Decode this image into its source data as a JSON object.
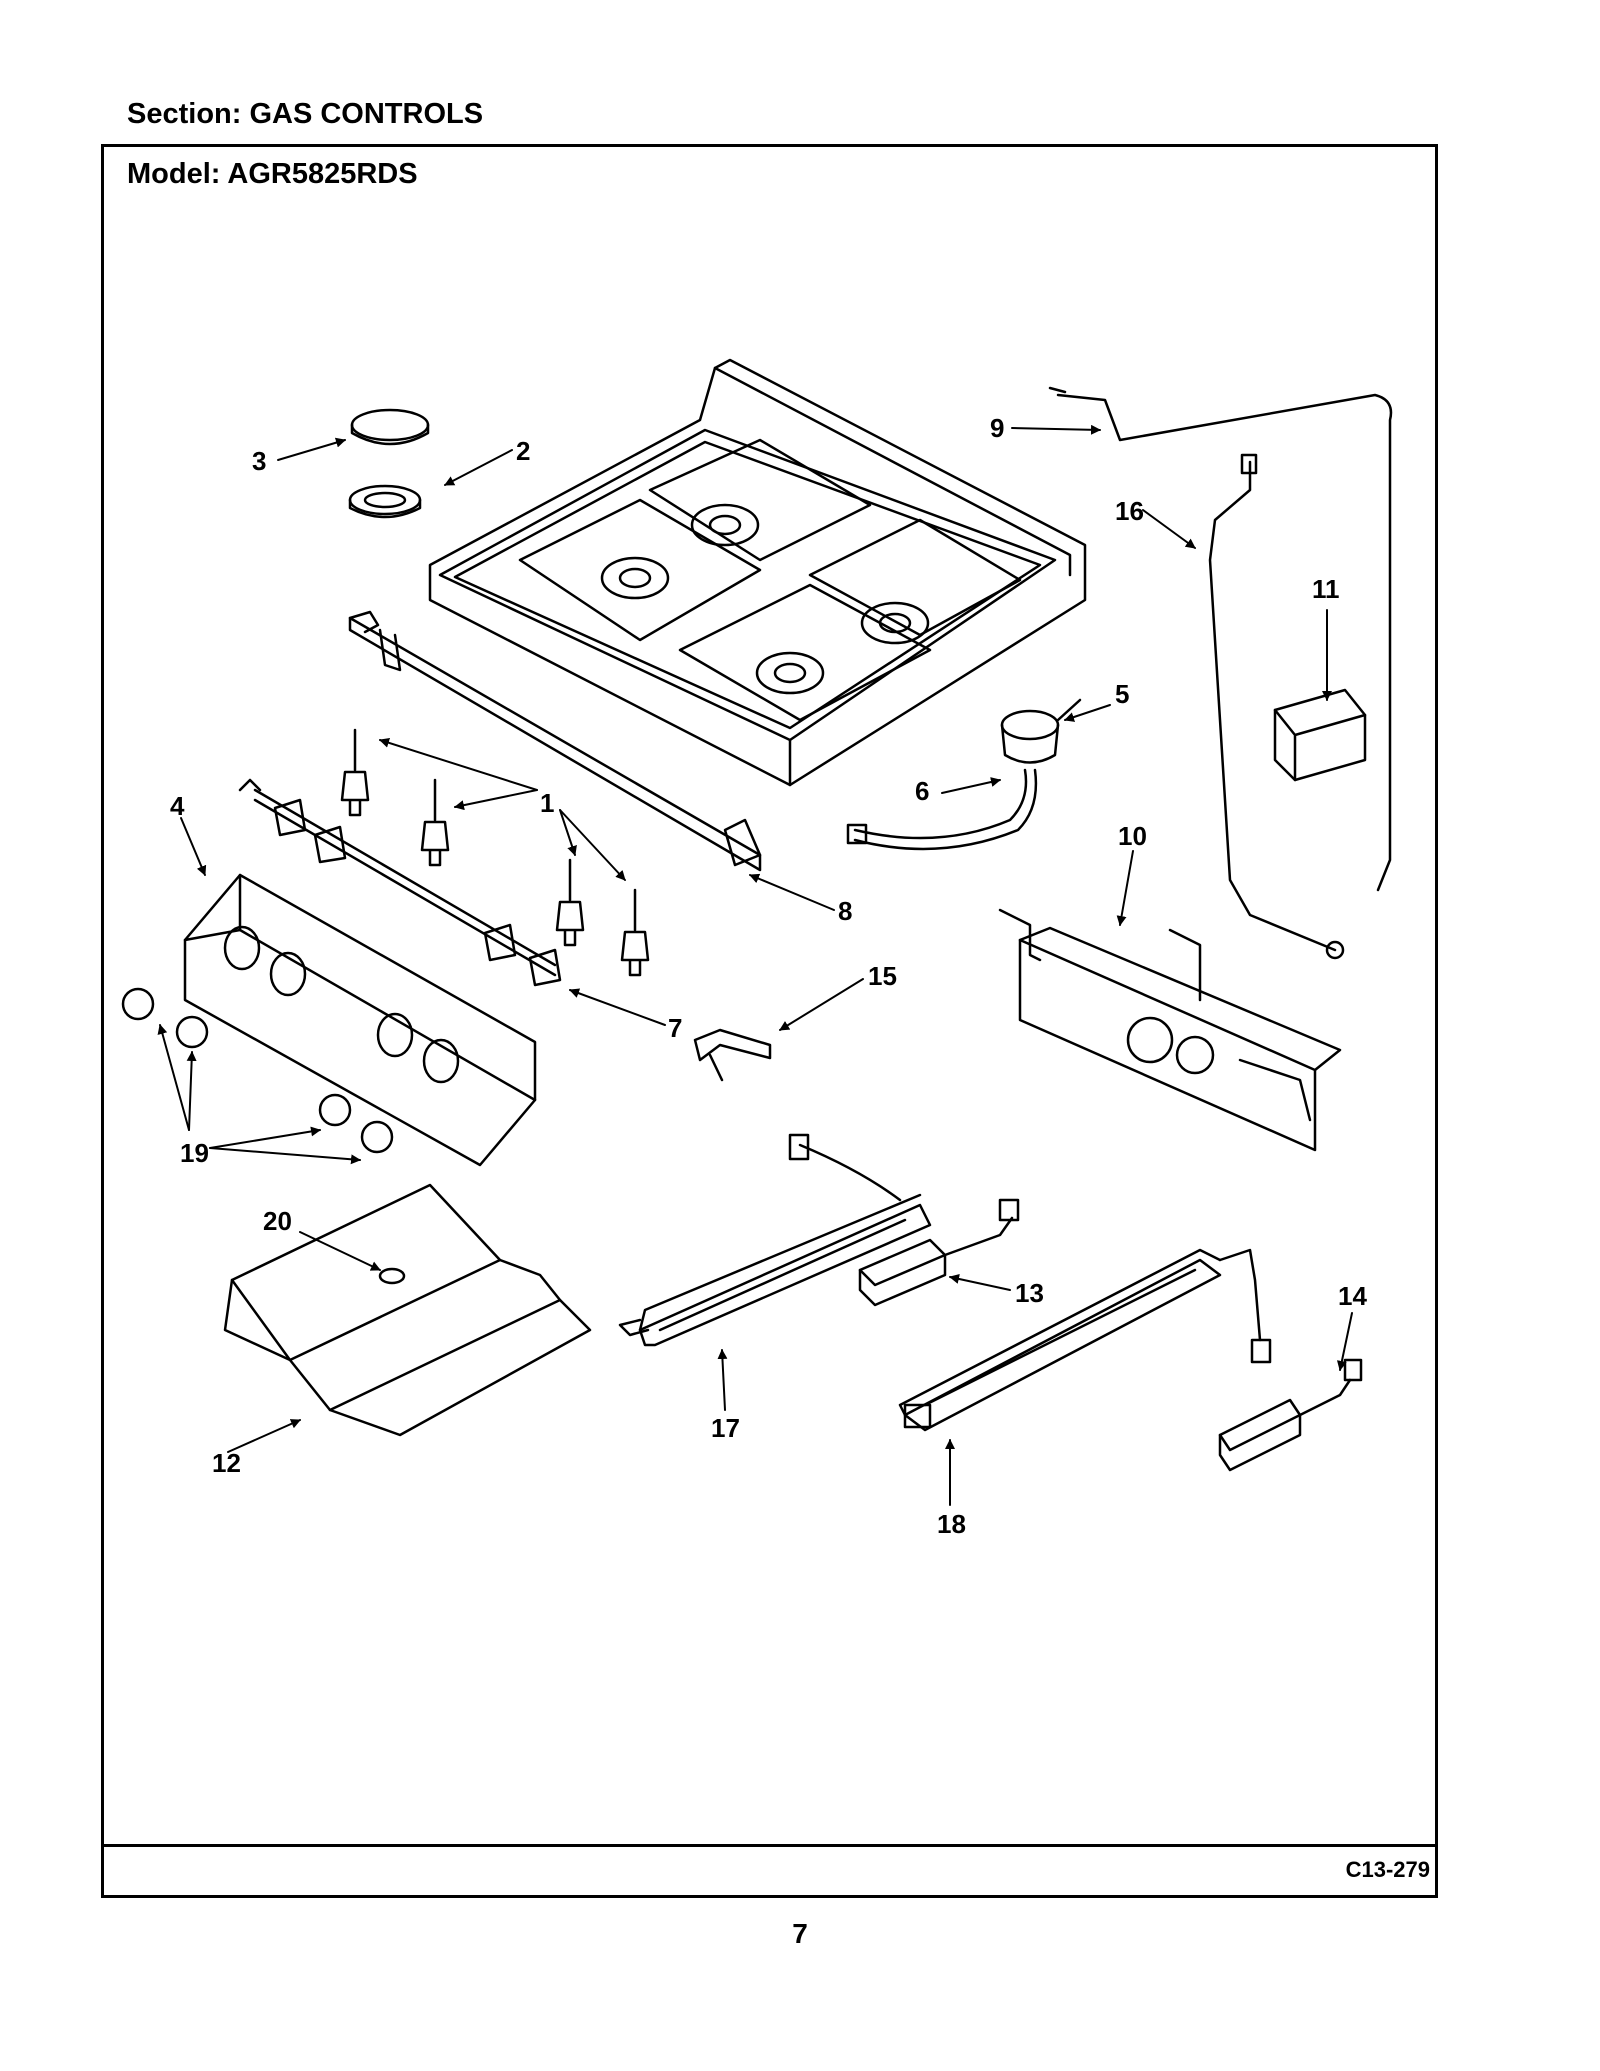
{
  "header": {
    "section_label": "Section:  GAS CONTROLS",
    "model_label": "Model:  AGR5825RDS"
  },
  "footer": {
    "figure_code": "C13-279",
    "page_number": "7"
  },
  "callouts": [
    "1",
    "2",
    "3",
    "4",
    "5",
    "6",
    "7",
    "8",
    "9",
    "10",
    "11",
    "12",
    "13",
    "14",
    "15",
    "16",
    "17",
    "18",
    "19",
    "20"
  ]
}
